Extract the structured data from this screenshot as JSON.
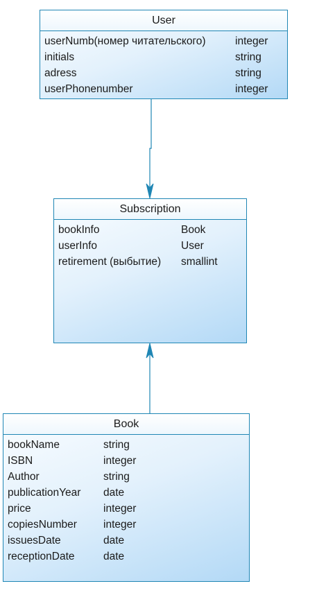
{
  "diagram": {
    "classes": {
      "user": {
        "name": "User",
        "attributes": [
          {
            "name": "userNumb(номер читательского)",
            "type": "integer"
          },
          {
            "name": "initials",
            "type": "string"
          },
          {
            "name": "adress",
            "type": "string"
          },
          {
            "name": "userPhonenumber",
            "type": "integer"
          }
        ]
      },
      "subscription": {
        "name": "Subscription",
        "attributes": [
          {
            "name": "bookInfo",
            "type": "Book"
          },
          {
            "name": "userInfo",
            "type": "User"
          },
          {
            "name": "retirement (выбытие)",
            "type": "smallint"
          }
        ]
      },
      "book": {
        "name": "Book",
        "attributes": [
          {
            "name": "bookName",
            "type": "string"
          },
          {
            "name": "ISBN",
            "type": "integer"
          },
          {
            "name": "Author",
            "type": "string"
          },
          {
            "name": "publicationYear",
            "type": "date"
          },
          {
            "name": "price",
            "type": "integer"
          },
          {
            "name": "copiesNumber",
            "type": "integer"
          },
          {
            "name": "issuesDate",
            "type": "date"
          },
          {
            "name": "receptionDate",
            "type": "date"
          }
        ]
      }
    },
    "relationships": [
      {
        "from": "User",
        "to": "Subscription",
        "arrowhead": "open-arrow"
      },
      {
        "from": "Book",
        "to": "Subscription",
        "arrowhead": "open-arrow"
      }
    ],
    "colors": {
      "border": "#1f86b4",
      "connector": "#1f86b4",
      "fill_light": "#fafdff",
      "fill_dark": "#b3d9f6"
    }
  }
}
